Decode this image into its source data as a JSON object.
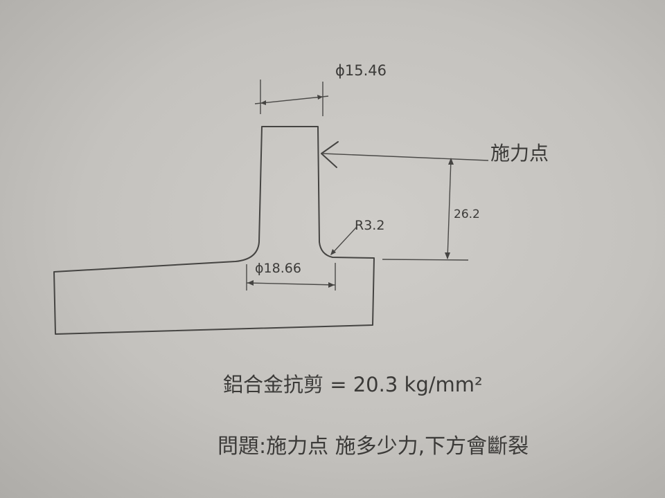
{
  "dimensions": {
    "top_diameter": "ϕ15.46",
    "base_diameter": "ϕ18.66",
    "fillet_radius": "R3.2",
    "force_height": "26.2"
  },
  "labels": {
    "force_point": "施力点"
  },
  "notes": {
    "material": "鋁合金抗剪 = 20.3 kg/mm²",
    "question": "問題:施力点 施多少力,下方會斷裂"
  },
  "colors": {
    "paper": "#c8c6c2",
    "ink": "#424140"
  }
}
